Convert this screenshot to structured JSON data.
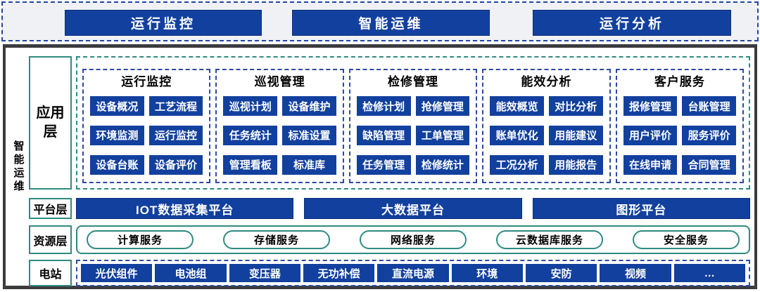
{
  "header": {
    "buttons": [
      "运行监控",
      "智能运维",
      "运行分析"
    ]
  },
  "sidebar_label": "智能运维",
  "app": {
    "label": "应用层",
    "groups": [
      {
        "title": "运行监控",
        "items": [
          "设备概况",
          "工艺流程",
          "环境监测",
          "运行监控",
          "设备台账",
          "设备评价"
        ]
      },
      {
        "title": "巡视管理",
        "items": [
          "巡视计划",
          "设备维护",
          "任务统计",
          "标准设置",
          "管理看板",
          "标准库"
        ]
      },
      {
        "title": "检修管理",
        "items": [
          "检修计划",
          "抢修管理",
          "缺陷管理",
          "工单管理",
          "任务管理",
          "检修统计"
        ]
      },
      {
        "title": "能效分析",
        "items": [
          "能效概览",
          "对比分析",
          "账单优化",
          "用能建议",
          "工况分析",
          "用能报告"
        ]
      },
      {
        "title": "客户服务",
        "items": [
          "报修管理",
          "台账管理",
          "用户评价",
          "服务评价",
          "在线申请",
          "合同管理"
        ]
      }
    ]
  },
  "platform": {
    "label": "平台层",
    "items": [
      "IOT数据采集平台",
      "大数据平台",
      "图形平台"
    ]
  },
  "resource": {
    "label": "资源层",
    "items": [
      "计算服务",
      "存储服务",
      "网络服务",
      "云数据库服务",
      "安全服务"
    ]
  },
  "station": {
    "label": "电站",
    "items": [
      "光伏组件",
      "电池组",
      "变压器",
      "无功补偿",
      "直流电源",
      "环境",
      "安防",
      "视频",
      "…"
    ]
  },
  "colors": {
    "primary_blue": "#12409E",
    "teal_border": "#2E8B80",
    "navy_dash": "#2B4AA5",
    "header_bg": "#EFF1F4",
    "frame_border": "#3C3C3E"
  }
}
